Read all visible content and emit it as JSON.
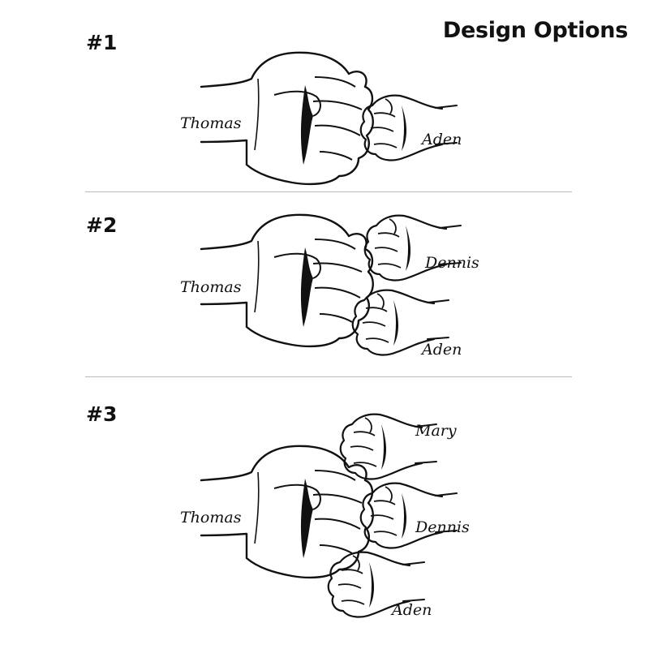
{
  "header": {
    "title": "Design Options"
  },
  "options": [
    {
      "label": "#1",
      "names": {
        "parent": "Thomas",
        "child1": "Aden"
      }
    },
    {
      "label": "#2",
      "names": {
        "parent": "Thomas",
        "child1": "Dennis",
        "child2": "Aden"
      }
    },
    {
      "label": "#3",
      "names": {
        "parent": "Thomas",
        "child1": "Mary",
        "child2": "Dennis",
        "child3": "Aden"
      }
    }
  ],
  "icons": {
    "parent_fist": "large-fist-icon",
    "child_fist": "small-fist-icon"
  },
  "colors": {
    "ink": "#111111",
    "background": "#ffffff",
    "divider": "#bbbbbb"
  }
}
